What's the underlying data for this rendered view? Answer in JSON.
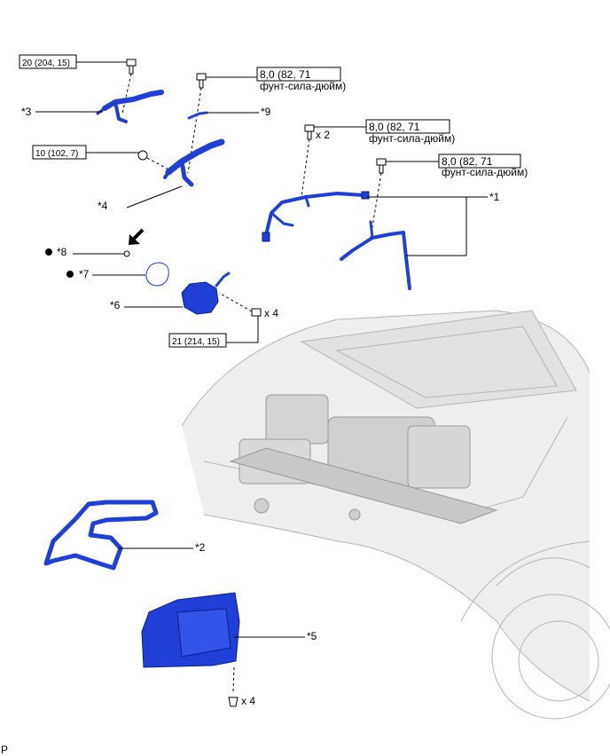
{
  "parts": {
    "p1": "*1",
    "p2": "*2",
    "p3": "*3",
    "p4": "*4",
    "p5": "*5",
    "p6": "*6",
    "p7": "*7",
    "p8": "*8",
    "p9": "*9"
  },
  "torque": {
    "t_20": "20 (204, 15)",
    "t_10": "10 (102, 7)",
    "t_21": "21 (214, 15)",
    "t_8a_line1": "8,0 (82, 71",
    "t_8a_line2": "фунт-сила-дюйм)",
    "t_8b_line1": "8,0 (82, 71",
    "t_8b_line2": "фунт-сила-дюйм)",
    "t_8c_line1": "8,0 (82, 71",
    "t_8c_line2": "фунт-сила-дюйм)"
  },
  "quantities": {
    "q_bolt_x2": "x 2",
    "q_bolt_x4": "x 4",
    "q_clip_x4": "x 4"
  },
  "footer": {
    "code": "P"
  },
  "colors": {
    "part_blue": "#1f3fd6",
    "outline": "#0b1f8c",
    "car_gray": "#b5b5b5"
  }
}
